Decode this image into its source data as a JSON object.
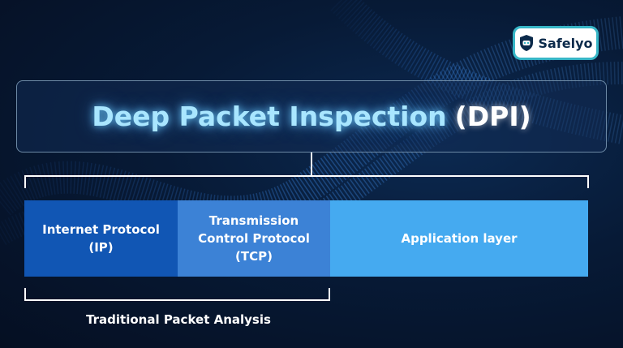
{
  "brand": {
    "name": "Safelyo",
    "icon": "robot-shield-icon",
    "border_color": "#37b6c7"
  },
  "title": {
    "main": "Deep Packet Inspection",
    "abbr": "(DPI)"
  },
  "layers": [
    {
      "lines": [
        "Internet Protocol",
        "(IP)"
      ],
      "color": "#1156b4"
    },
    {
      "lines": [
        "Transmission",
        "Control Protocol",
        "(TCP)"
      ],
      "color": "#3c82d6"
    },
    {
      "lines": [
        "Application layer"
      ],
      "color": "#45aaf0"
    }
  ],
  "bottom_label": "Traditional Packet Analysis",
  "colors": {
    "background": "#071a36",
    "title_glow": "#a9e6ff"
  }
}
